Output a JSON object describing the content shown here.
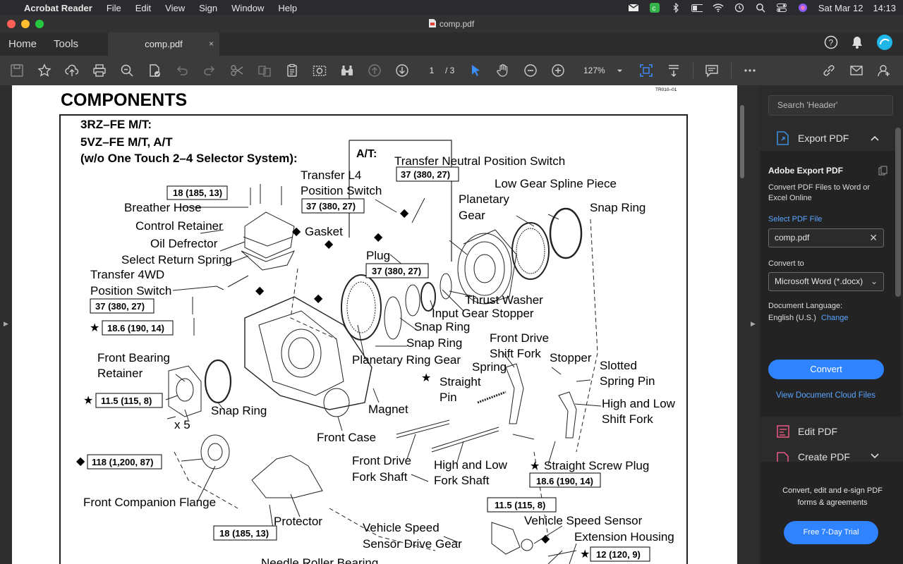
{
  "menubar": {
    "app_name": "Acrobat Reader",
    "menus": [
      "File",
      "Edit",
      "View",
      "Sign",
      "Window",
      "Help"
    ],
    "date": "Sat Mar 12",
    "time": "14:13"
  },
  "window": {
    "title": "comp.pdf"
  },
  "tabs": {
    "home": "Home",
    "tools": "Tools",
    "doc_tab": "comp.pdf",
    "close": "×"
  },
  "toolbar": {
    "page_current": "1",
    "page_total": "/ 3",
    "zoom": "127%"
  },
  "document": {
    "code": "TR010–01",
    "heading": "COMPONENTS",
    "model_lines": [
      "3RZ–FE M/T:",
      "5VZ–FE M/T, A/T",
      "(w/o One Touch 2–4 Selector System):"
    ],
    "at_label": "A/T:",
    "labels": {
      "transfer_neutral": "Transfer Neutral Position Switch",
      "transfer_l4_1": "Transfer L4",
      "transfer_l4_2": "Position Switch",
      "low_gear_spline": "Low Gear Spline Piece",
      "planetary_1": "Planetary",
      "planetary_2": "Gear",
      "snap_ring_top": "Snap Ring",
      "breather_hose": "Breather Hose",
      "control_retainer": "Control Retainer",
      "gasket": "Gasket",
      "oil_defrector": "Oil Defrector",
      "plug": "Plug",
      "select_return_spring": "Select Return Spring",
      "transfer_4wd_1": "Transfer 4WD",
      "transfer_4wd_2": "Position Switch",
      "thrust_washer": "Thrust Washer",
      "input_gear_stopper": "Input Gear Stopper",
      "snap_ring_mid1": "Snap Ring",
      "snap_ring_mid2": "Snap Ring",
      "front_drive_1": "Front Drive",
      "front_drive_2": "Shift Fork",
      "stopper": "Stopper",
      "slotted_1": "Slotted",
      "slotted_2": "Spring Pin",
      "front_bearing_1": "Front Bearing",
      "front_bearing_2": "Retainer",
      "planetary_ring": "Planetary Ring Gear",
      "spring": "Spring",
      "straight_1": "Straight",
      "straight_2": "Pin",
      "high_low_fork_1": "High and Low",
      "high_low_fork_2": "Shift Fork",
      "x5": "x 5",
      "snap_ring_left": "Snap Ring",
      "magnet": "Magnet",
      "front_case": "Front Case",
      "front_drive_fork_1": "Front Drive",
      "front_drive_fork_2": "Fork Shaft",
      "high_low_shaft_1": "High and Low",
      "high_low_shaft_2": "Fork Shaft",
      "straight_screw_plug": "Straight Screw Plug",
      "front_companion": "Front Companion Flange",
      "protector": "Protector",
      "vss_drive_1": "Vehicle Speed",
      "vss_drive_2": "Sensor Drive Gear",
      "vss": "Vehicle Speed Sensor",
      "extension_housing": "Extension Housing",
      "needle_roller": "Needle Roller Bearing"
    },
    "torques": {
      "t1": "18 (185, 13)",
      "t2": "37 (380, 27)",
      "t3": "37 (380, 27)",
      "t4": "37 (380, 27)",
      "t5": "37 (380, 27)",
      "t6": "18.6 (190, 14)",
      "t7": "11.5 (115, 8)",
      "t8": "118 (1,200, 87)",
      "t9": "18.6 (190, 14)",
      "t10": "11.5 (115, 8)",
      "t11": "18 (185, 13)",
      "t12": "12 (120, 9)"
    }
  },
  "rightpane": {
    "search_placeholder": "Search 'Header'",
    "export_title": "Export PDF",
    "panel_title": "Adobe Export PDF",
    "panel_desc": "Convert PDF Files to Word or Excel Online",
    "select_label": "Select PDF File",
    "file_value": "comp.pdf",
    "convert_to": "Convert to",
    "format_value": "Microsoft Word (*.docx)",
    "doc_language": "Document Language:",
    "language_value": "English (U.S.)",
    "change": "Change",
    "convert_btn": "Convert",
    "view_cloud": "View Document Cloud Files",
    "edit_pdf": "Edit PDF",
    "create_pdf": "Create PDF",
    "promo_text": "Convert, edit and e-sign PDF forms & agreements",
    "trial_btn": "Free 7-Day Trial"
  },
  "colors": {
    "accent": "#2f83ff",
    "link": "#5aa5ff",
    "export_icon": "#3d8bd9",
    "edit_icon": "#e0577e"
  }
}
